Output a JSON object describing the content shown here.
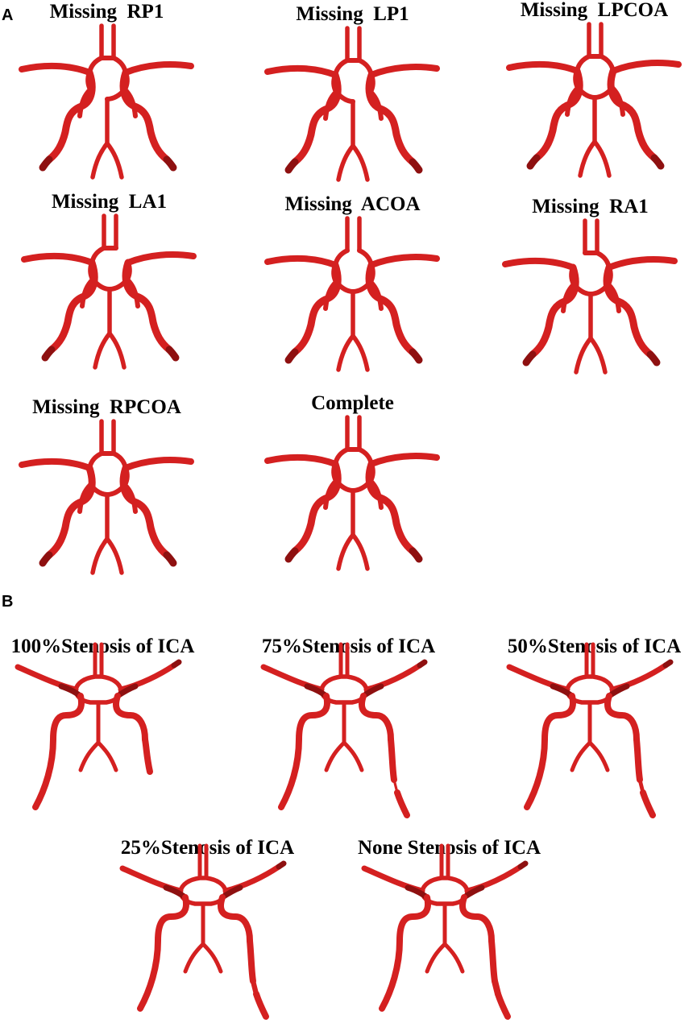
{
  "panels": [
    {
      "letter": "A",
      "figures": [
        {
          "title": "Missing  RP1",
          "missing": [
            "RP1"
          ]
        },
        {
          "title": "Missing  LP1",
          "missing": [
            "LP1"
          ]
        },
        {
          "title": "Missing  LPCOA",
          "missing": [
            "LPCOA"
          ]
        },
        {
          "title": "Missing  LA1",
          "missing": [
            "LA1"
          ]
        },
        {
          "title": "Missing  ACOA",
          "missing": [
            "ACOA"
          ]
        },
        {
          "title": "Missing  RA1",
          "missing": [
            "RA1"
          ]
        },
        {
          "title": "Missing  RPCOA",
          "missing": [
            "RPCOA"
          ]
        },
        {
          "title": "Complete",
          "missing": []
        }
      ]
    },
    {
      "letter": "B",
      "figures": [
        {
          "title": "100%Stenosis of ICA",
          "stenosis_percent": 100
        },
        {
          "title": "75%Stenosis of ICA",
          "stenosis_percent": 75
        },
        {
          "title": "50%Stenosis of ICA",
          "stenosis_percent": 50
        },
        {
          "title": "25%Stenosis of ICA",
          "stenosis_percent": 25
        },
        {
          "title": "None Stenosis of ICA",
          "stenosis_percent": 0
        }
      ]
    }
  ],
  "colors": {
    "vessel": "#d42020",
    "vessel_dark": "#8e1010",
    "text": "#000000"
  }
}
